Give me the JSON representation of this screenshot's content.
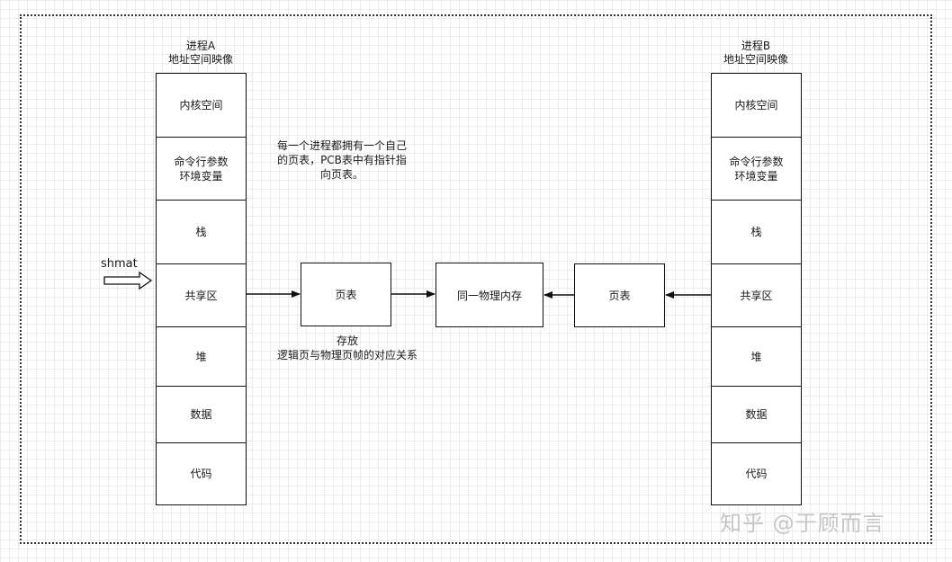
{
  "processA": {
    "title_line1": "进程A",
    "title_line2": "地址空间映像",
    "segments": [
      "内核空间",
      "命令行参数\n环境变量",
      "栈",
      "共享区",
      "堆",
      "数据",
      "代码"
    ]
  },
  "processB": {
    "title_line1": "进程B",
    "title_line2": "地址空间映像",
    "segments": [
      "内核空间",
      "命令行参数\n环境变量",
      "栈",
      "共享区",
      "堆",
      "数据",
      "代码"
    ]
  },
  "page_table_a": "页表",
  "page_table_b": "页表",
  "physical_memory": "同一物理内存",
  "note_top": {
    "line1": "每一个进程都拥有一个自己",
    "line2": "的页表，PCB表中有指针指",
    "line3": "向页表。"
  },
  "note_bottom": {
    "line1": "存放",
    "line2": "逻辑页与物理页帧的对应关系"
  },
  "shmat_label": "shmat",
  "watermark": "知乎 @于顾而言"
}
